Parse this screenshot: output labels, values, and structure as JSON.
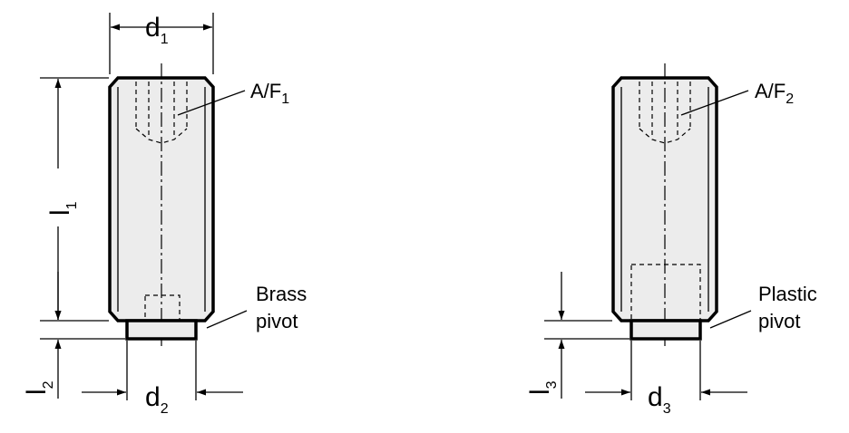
{
  "left_part": {
    "dim_top": {
      "main": "d",
      "sub": "1"
    },
    "dim_length": {
      "main": "l",
      "sub": "1"
    },
    "dim_pivot_height": {
      "main": "l",
      "sub": "2"
    },
    "dim_bottom": {
      "main": "d",
      "sub": "2"
    },
    "socket_label": {
      "main": "A/F",
      "sub": "1"
    },
    "pivot_label": [
      "Brass",
      "pivot"
    ]
  },
  "right_part": {
    "dim_pivot_height": {
      "main": "l",
      "sub": "3"
    },
    "dim_bottom": {
      "main": "d",
      "sub": "3"
    },
    "socket_label": {
      "main": "A/F",
      "sub": "2"
    },
    "pivot_label": [
      "Plastic",
      "pivot"
    ]
  }
}
